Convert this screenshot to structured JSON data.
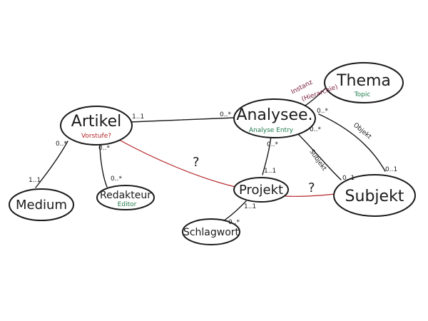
{
  "diagram": {
    "nodes": {
      "artikel": {
        "label": "Artikel",
        "sub": "Vorstufe?"
      },
      "analysee": {
        "label": "Analysee.",
        "sub": "Analyse Entry"
      },
      "thema": {
        "label": "Thema",
        "sub": "Topic"
      },
      "medium": {
        "label": "Medium"
      },
      "redakteur": {
        "label": "Redakteur",
        "sub": "Editor"
      },
      "projekt": {
        "label": "Projekt"
      },
      "subjekt": {
        "label": "Subjekt"
      },
      "schlagwort": {
        "label": "Schlagwort"
      }
    },
    "edges": {
      "artikel_analysee": {
        "from_card": "1..1",
        "to_card": "0..*"
      },
      "artikel_medium": {
        "from_card": "0..*",
        "to_card": "1..1"
      },
      "artikel_redakteur": {
        "from_card": "0..*",
        "to_card": "0..*"
      },
      "analysee_thema": {
        "from_card": "0..*",
        "label_a": "Instanz",
        "label_b": "(Hierarchie)"
      },
      "analysee_projekt": {
        "from_card": "0..*",
        "to_card": "1..1"
      },
      "analysee_subjekt_left": {
        "from_card": "0..*",
        "to_card": "0..1",
        "label": "Subjekt"
      },
      "analysee_subjekt_right": {
        "to_card": "0..1",
        "label": "Objekt"
      },
      "projekt_schlagwort": {
        "from_card": "1..1",
        "to_card": "0..*"
      },
      "artikel_projekt": {
        "label": "?"
      },
      "projekt_subjekt": {
        "label": "?"
      }
    },
    "colors": {
      "ink": "#1a1a1a",
      "red": "#b4262a",
      "green": "#1e7a4a",
      "purple": "#7a2040"
    }
  }
}
